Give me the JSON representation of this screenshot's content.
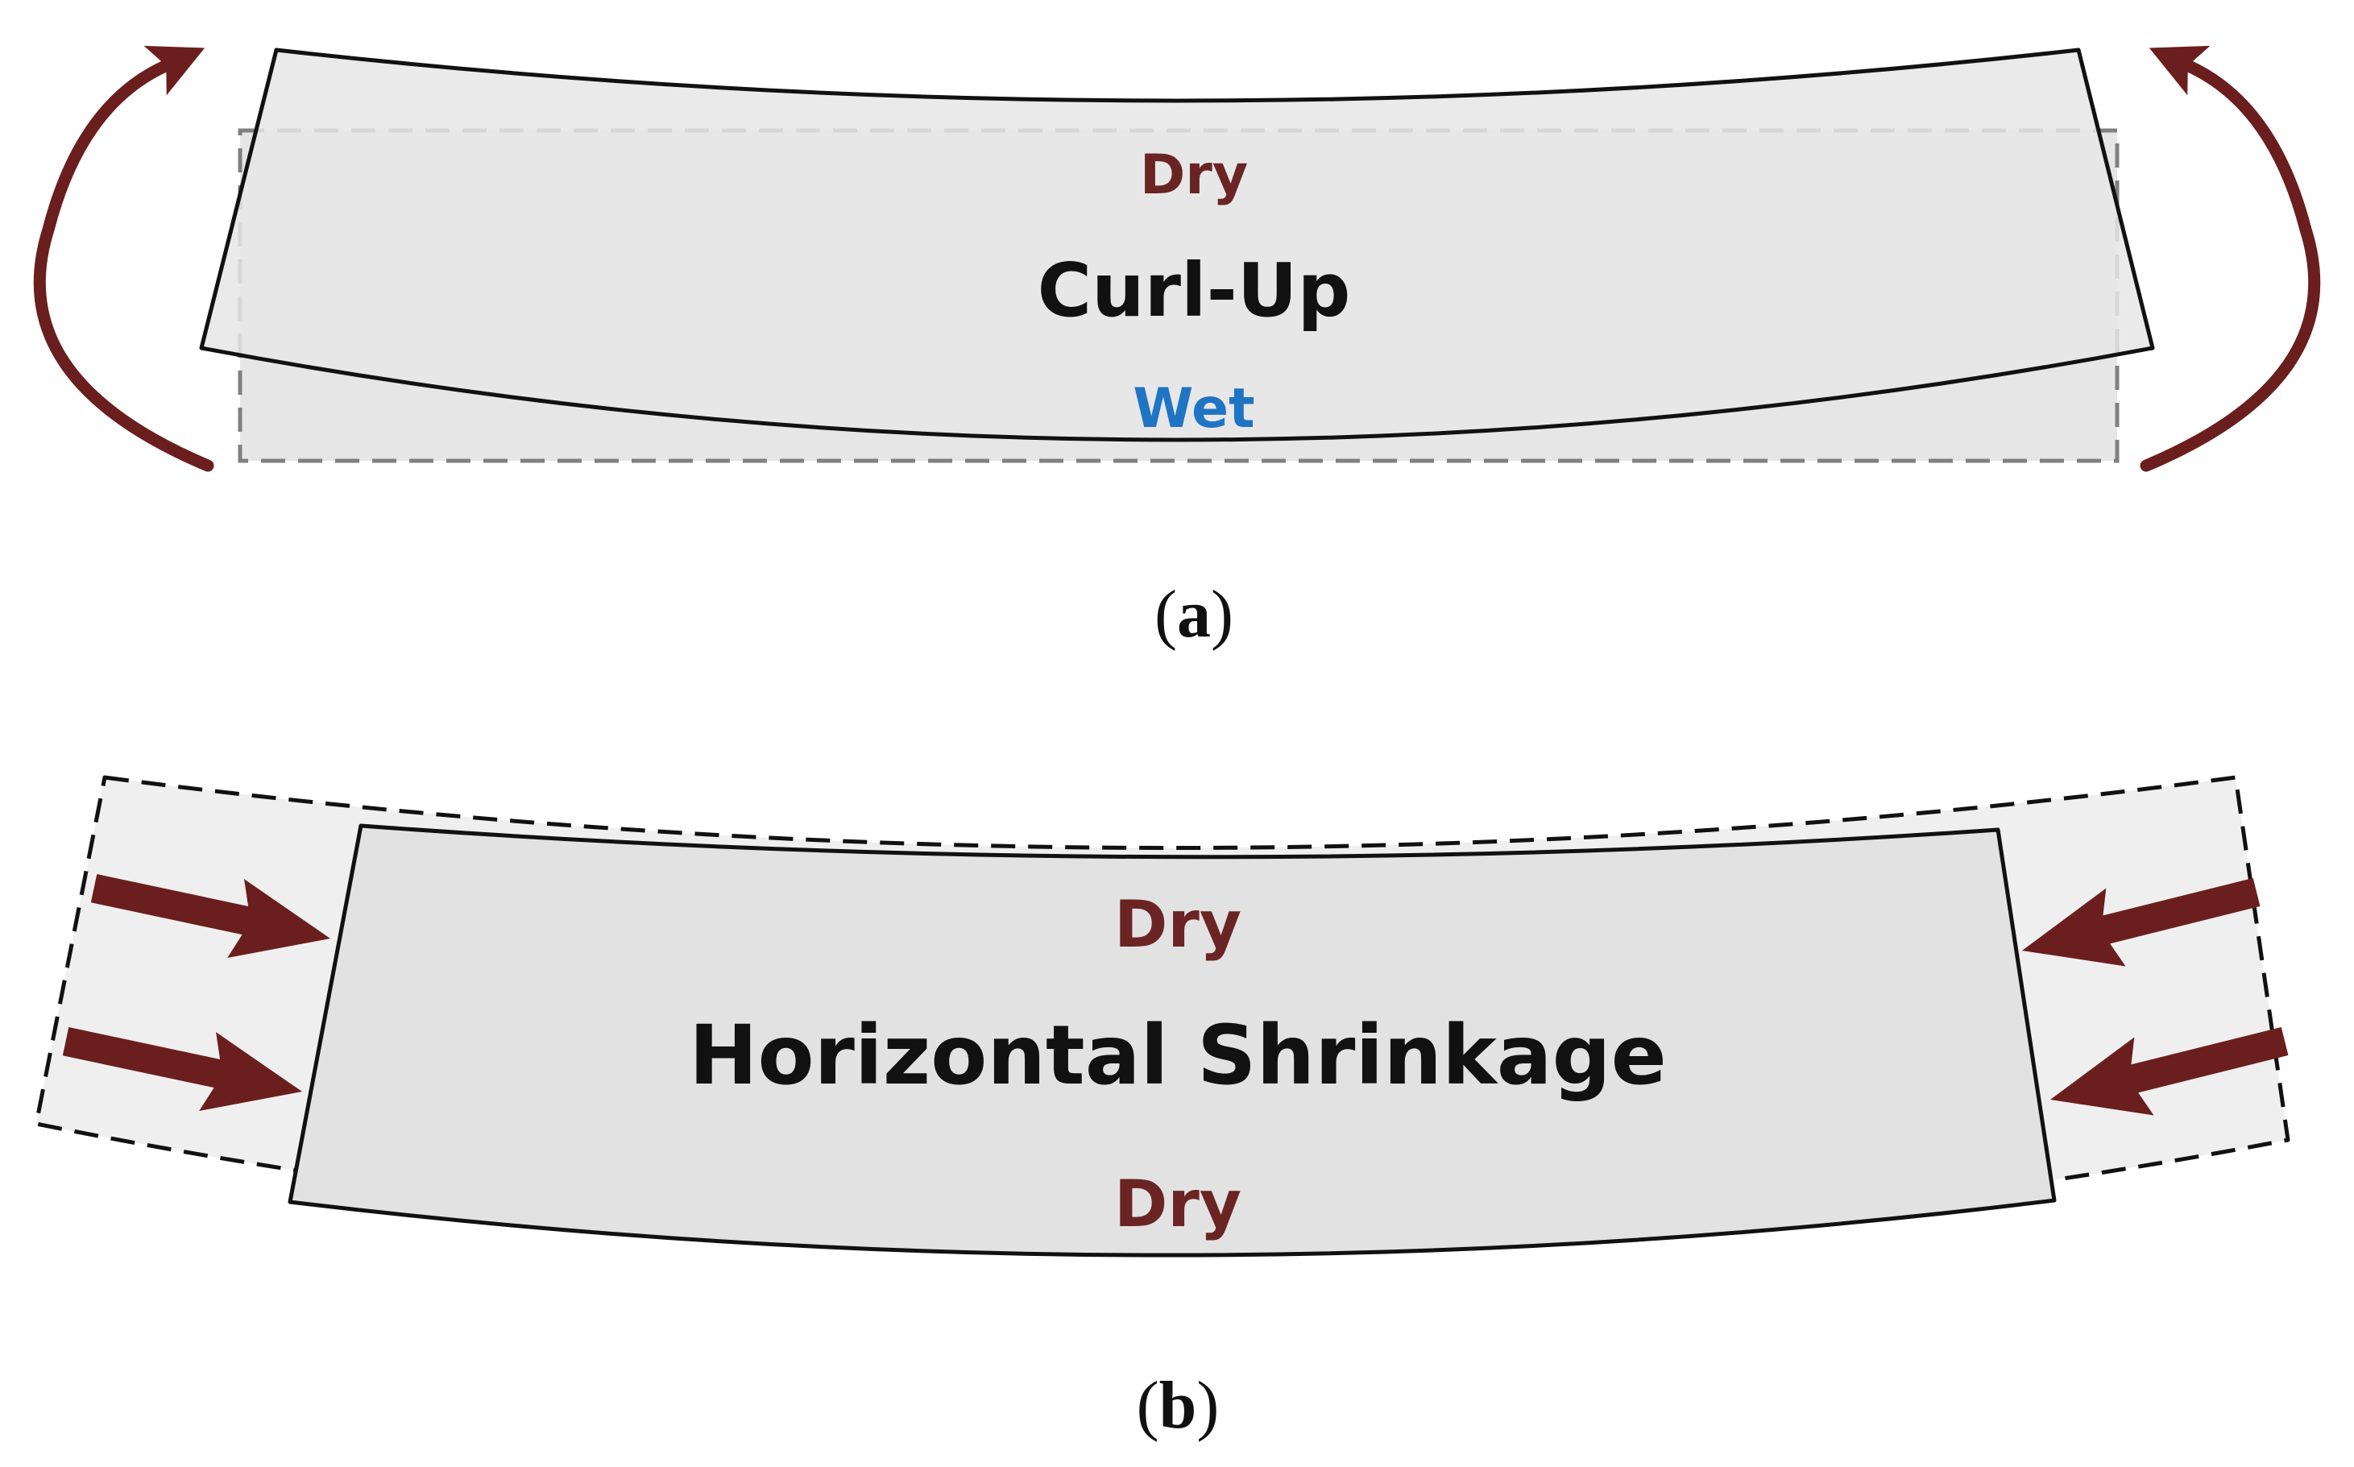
{
  "panel_a": {
    "label_top": "Dry",
    "label_center": "Curl-Up",
    "label_bottom": "Wet",
    "caption_open": "(",
    "caption_letter": "a",
    "caption_close": ")"
  },
  "panel_b": {
    "label_top": "Dry",
    "label_center": "Horizontal Shrinkage",
    "label_bottom": "Dry",
    "caption_open": "(",
    "caption_letter": "b",
    "caption_close": ")"
  },
  "colors": {
    "dry_text": "#6b2424",
    "wet_text": "#1f74c4",
    "arrow": "#6b1e1e",
    "slab_fill": "#e4e4e4",
    "ghost_fill": "#efefef",
    "outline": "#111111",
    "dashed": "#777777"
  }
}
